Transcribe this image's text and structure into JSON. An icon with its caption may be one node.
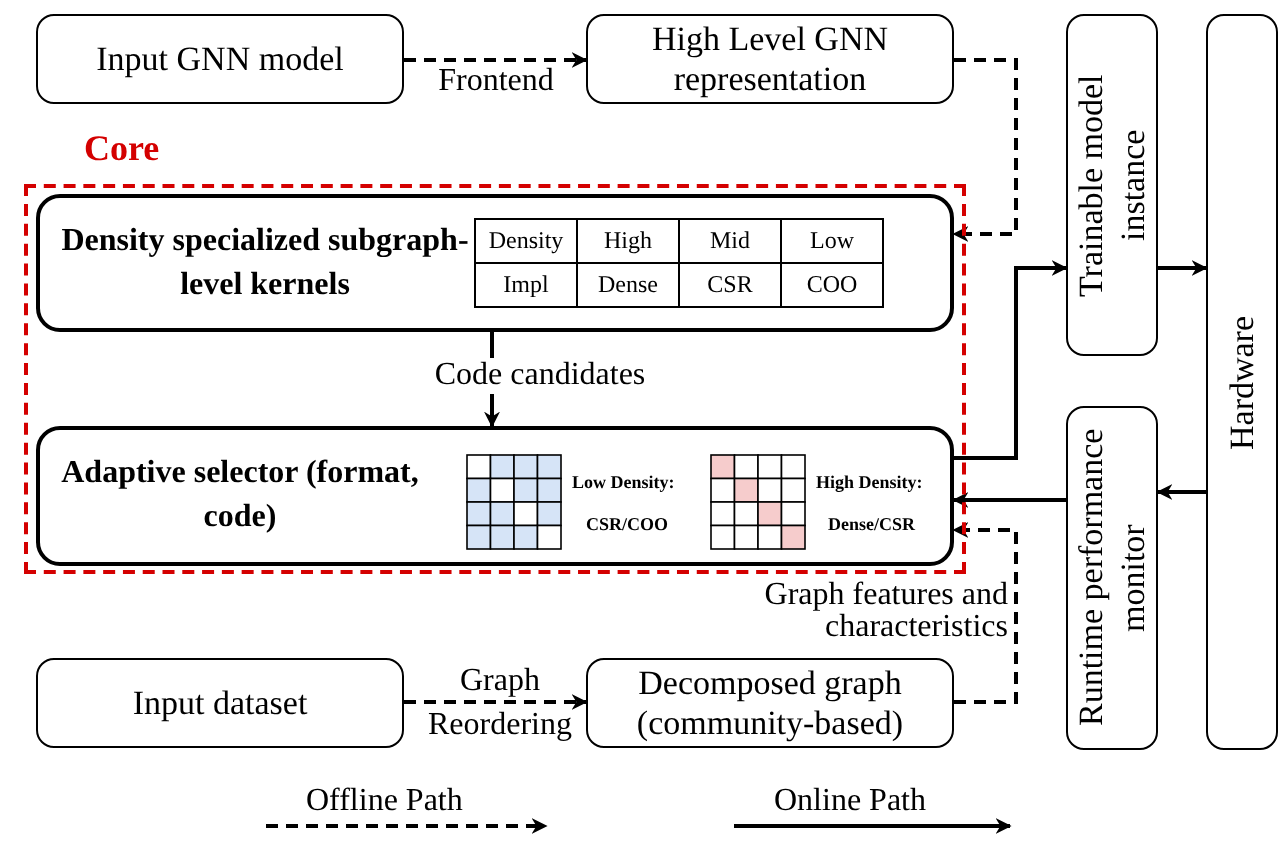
{
  "diagram": {
    "nodes": [
      {
        "text": [
          "Input GNN model"
        ]
      },
      {
        "text": [
          "High Level GNN representation"
        ]
      },
      {
        "text": [
          "Core"
        ]
      },
      {
        "text": [
          "Density specialized subgraph-level kernels"
        ],
        "in": 2
      },
      {
        "text": [
          "Adaptive selector (format, code)"
        ],
        "in": 2
      },
      {
        "text": [
          "Trainable model instance"
        ]
      },
      {
        "text": [
          "Runtime performance monitor"
        ]
      },
      {
        "text": [
          "Hardware"
        ]
      },
      {
        "text": [
          "Input dataset"
        ]
      },
      {
        "text": [
          "Decomposed graph (community-based)"
        ]
      }
    ],
    "edges": [
      {
        "from": 0,
        "to": 1,
        "arrow": "to",
        "label": "Frontend",
        "style": "dashed"
      },
      {
        "from": 1,
        "to": 3,
        "arrow": "to",
        "style": "dashed"
      },
      {
        "from": 3,
        "to": 4,
        "arrow": "to",
        "label": "Code candidates"
      },
      {
        "from": 4,
        "to": 5,
        "arrow": "to"
      },
      {
        "from": 5,
        "to": 7,
        "arrow": "to"
      },
      {
        "from": 7,
        "to": 6,
        "arrow": "to"
      },
      {
        "from": 6,
        "to": 4,
        "arrow": "to"
      },
      {
        "from": 8,
        "to": 9,
        "arrow": "to",
        "label": "Graph Reordering",
        "style": "dashed"
      },
      {
        "from": 9,
        "to": 4,
        "arrow": "to",
        "label": "Graph features and characteristics",
        "style": "dashed"
      }
    ],
    "labels": [
      "Density",
      "High",
      "Mid",
      "Low",
      "Impl",
      "Dense",
      "CSR",
      "COO",
      "Low Density:",
      "CSR/COO",
      "High Density:",
      "Dense/CSR"
    ],
    "legend": [
      {
        "text": "Offline Path"
      },
      {
        "text": "Online Path"
      }
    ]
  }
}
